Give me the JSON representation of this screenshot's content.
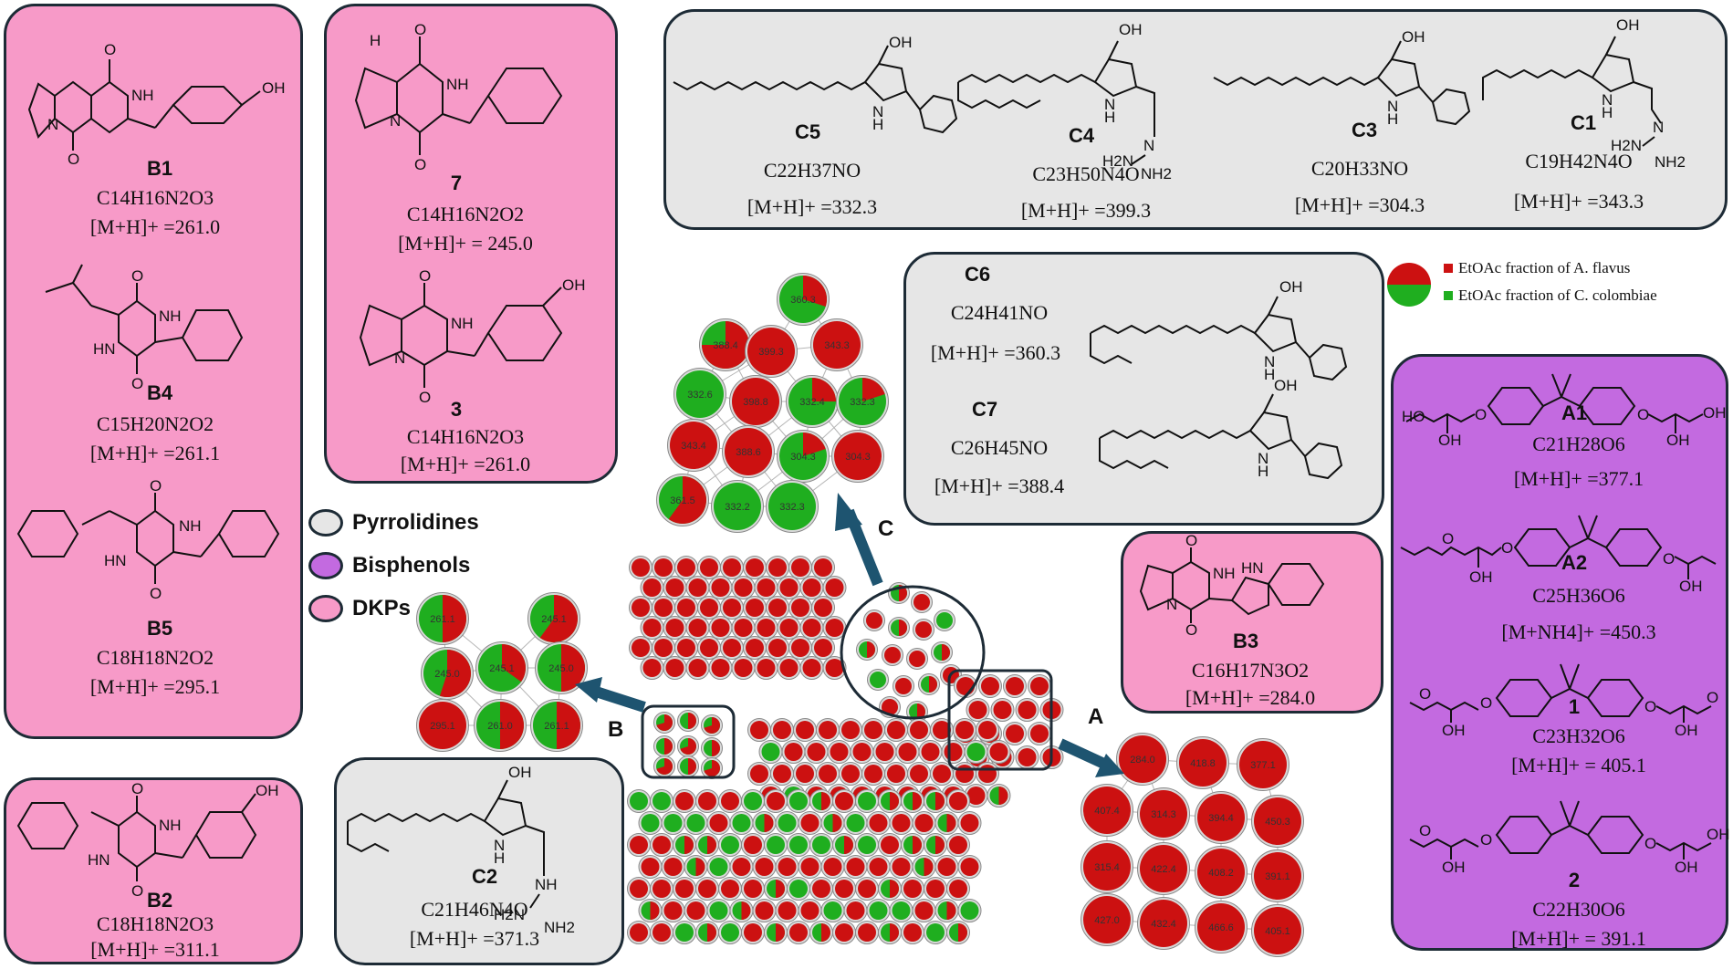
{
  "legend": {
    "pyrrolidines": {
      "label": "Pyrrolidines",
      "color": "#e6e6e6"
    },
    "bisphenols": {
      "label": "Bisphenols",
      "color": "#c36ae0"
    },
    "dkps": {
      "label": "DKPs",
      "color": "#f79ac8"
    }
  },
  "pie_legend": {
    "flavus": {
      "label": "EtOAc fraction of A. flavus",
      "color": "#cc1111"
    },
    "colombiae": {
      "label": "EtOAc fraction of C. colombiae",
      "color": "#1fae1f"
    }
  },
  "cluster_labels": {
    "A": "A",
    "B": "B",
    "C": "C"
  },
  "compounds": {
    "B1": {
      "id": "B1",
      "formula": "C14H16N2O3",
      "ion": "[M+H]+ =261.0"
    },
    "B4": {
      "id": "B4",
      "formula": "C15H20N2O2",
      "ion": "[M+H]+ =261.1"
    },
    "B5": {
      "id": "B5",
      "formula": "C18H18N2O2",
      "ion": "[M+H]+ =295.1"
    },
    "B2": {
      "id": "B2",
      "formula": "C18H18N2O3",
      "ion": "[M+H]+ =311.1"
    },
    "c7": {
      "id": "7",
      "formula": "C14H16N2O2",
      "ion": "[M+H]+ = 245.0"
    },
    "c3": {
      "id": "3",
      "formula": "C14H16N2O3",
      "ion": "[M+H]+ =261.0"
    },
    "C5": {
      "id": "C5",
      "formula": "C22H37NO",
      "ion": "[M+H]+ =332.3"
    },
    "C4": {
      "id": "C4",
      "formula": "C23H50N4O",
      "ion": "[M+H]+ =399.3"
    },
    "C3": {
      "id": "C3",
      "formula": "C20H33NO",
      "ion": "[M+H]+ =304.3"
    },
    "C1": {
      "id": "C1",
      "formula": "C19H42N4O",
      "ion": "[M+H]+ =343.3"
    },
    "C6": {
      "id": "C6",
      "formula": "C24H41NO",
      "ion": "[M+H]+ =360.3"
    },
    "C7": {
      "id": "C7",
      "formula": "C26H45NO",
      "ion": "[M+H]+ =388.4"
    },
    "C2": {
      "id": "C2",
      "formula": "C21H46N4O",
      "ion": "[M+H]+ =371.3"
    },
    "B3": {
      "id": "B3",
      "formula": "C16H17N3O2",
      "ion": "[M+H]+ =284.0"
    },
    "A1": {
      "id": "A1",
      "formula": "C21H28O6",
      "ion": "[M+H]+ =377.1"
    },
    "A2": {
      "id": "A2",
      "formula": "C25H36O6",
      "ion": "[M+NH4]+ =450.3"
    },
    "c1": {
      "id": "1",
      "formula": "C23H32O6",
      "ion": "[M+H]+ = 405.1"
    },
    "c2": {
      "id": "2",
      "formula": "C22H30O6",
      "ion": "[M+H]+ = 391.1"
    }
  },
  "network": {
    "cluster_c_nodes": [
      {
        "label": "360.3",
        "red": 0.3
      },
      {
        "label": "388.4",
        "red": 0.75
      },
      {
        "label": "399.3",
        "red": 1.0
      },
      {
        "label": "343.3",
        "red": 1.0
      },
      {
        "label": "332.6",
        "red": 0.0
      },
      {
        "label": "398.8",
        "red": 1.0
      },
      {
        "label": "332.4",
        "red": 0.25
      },
      {
        "label": "332.3",
        "red": 0.2
      },
      {
        "label": "343.4",
        "red": 1.0
      },
      {
        "label": "388.6",
        "red": 1.0
      },
      {
        "label": "304.3",
        "red": 0.2
      },
      {
        "label": "304.3",
        "red": 1.0
      },
      {
        "label": "361.5",
        "red": 0.6
      },
      {
        "label": "332.2",
        "red": 0.0
      },
      {
        "label": "332.3",
        "red": 0.0
      }
    ],
    "cluster_b_nodes": [
      {
        "label": "261.1",
        "red": 0.5
      },
      {
        "label": "245.1",
        "red": 0.6
      },
      {
        "label": "245.0",
        "red": 0.55
      },
      {
        "label": "245.1",
        "red": 0.35
      },
      {
        "label": "245.0",
        "red": 0.5
      },
      {
        "label": "295.1",
        "red": 1.0
      },
      {
        "label": "261.0",
        "red": 0.5
      },
      {
        "label": "261.1",
        "red": 0.5
      }
    ],
    "cluster_a_nodes": [
      {
        "label": "284.0",
        "red": 1.0
      },
      {
        "label": "418.8",
        "red": 1.0
      },
      {
        "label": "377.1",
        "red": 1.0
      },
      {
        "label": "407.4",
        "red": 1.0
      },
      {
        "label": "314.3",
        "red": 1.0
      },
      {
        "label": "394.4",
        "red": 1.0
      },
      {
        "label": "450.3",
        "red": 1.0
      },
      {
        "label": "315.4",
        "red": 1.0
      },
      {
        "label": "422.4",
        "red": 1.0
      },
      {
        "label": "408.2",
        "red": 1.0
      },
      {
        "label": "391.1",
        "red": 1.0
      },
      {
        "label": "427.0",
        "red": 1.0
      },
      {
        "label": "432.4",
        "red": 1.0
      },
      {
        "label": "466.6",
        "red": 1.0
      },
      {
        "label": "405.1",
        "red": 1.0
      }
    ]
  }
}
